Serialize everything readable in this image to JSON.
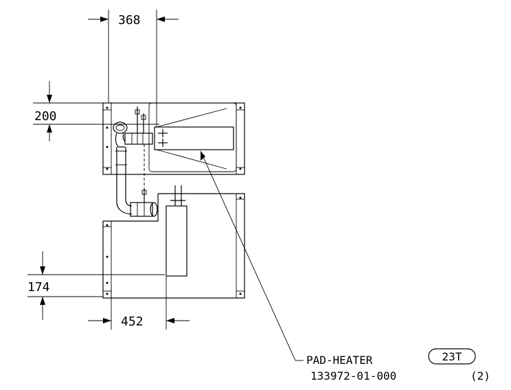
{
  "dimensions": {
    "top_width": "368",
    "top_height": "200",
    "bottom_height": "174",
    "bottom_width": "452"
  },
  "callout": {
    "part_name": "PAD-HEATER",
    "tag": "23T",
    "part_number": "133972-01-000",
    "quantity": "(2)"
  }
}
